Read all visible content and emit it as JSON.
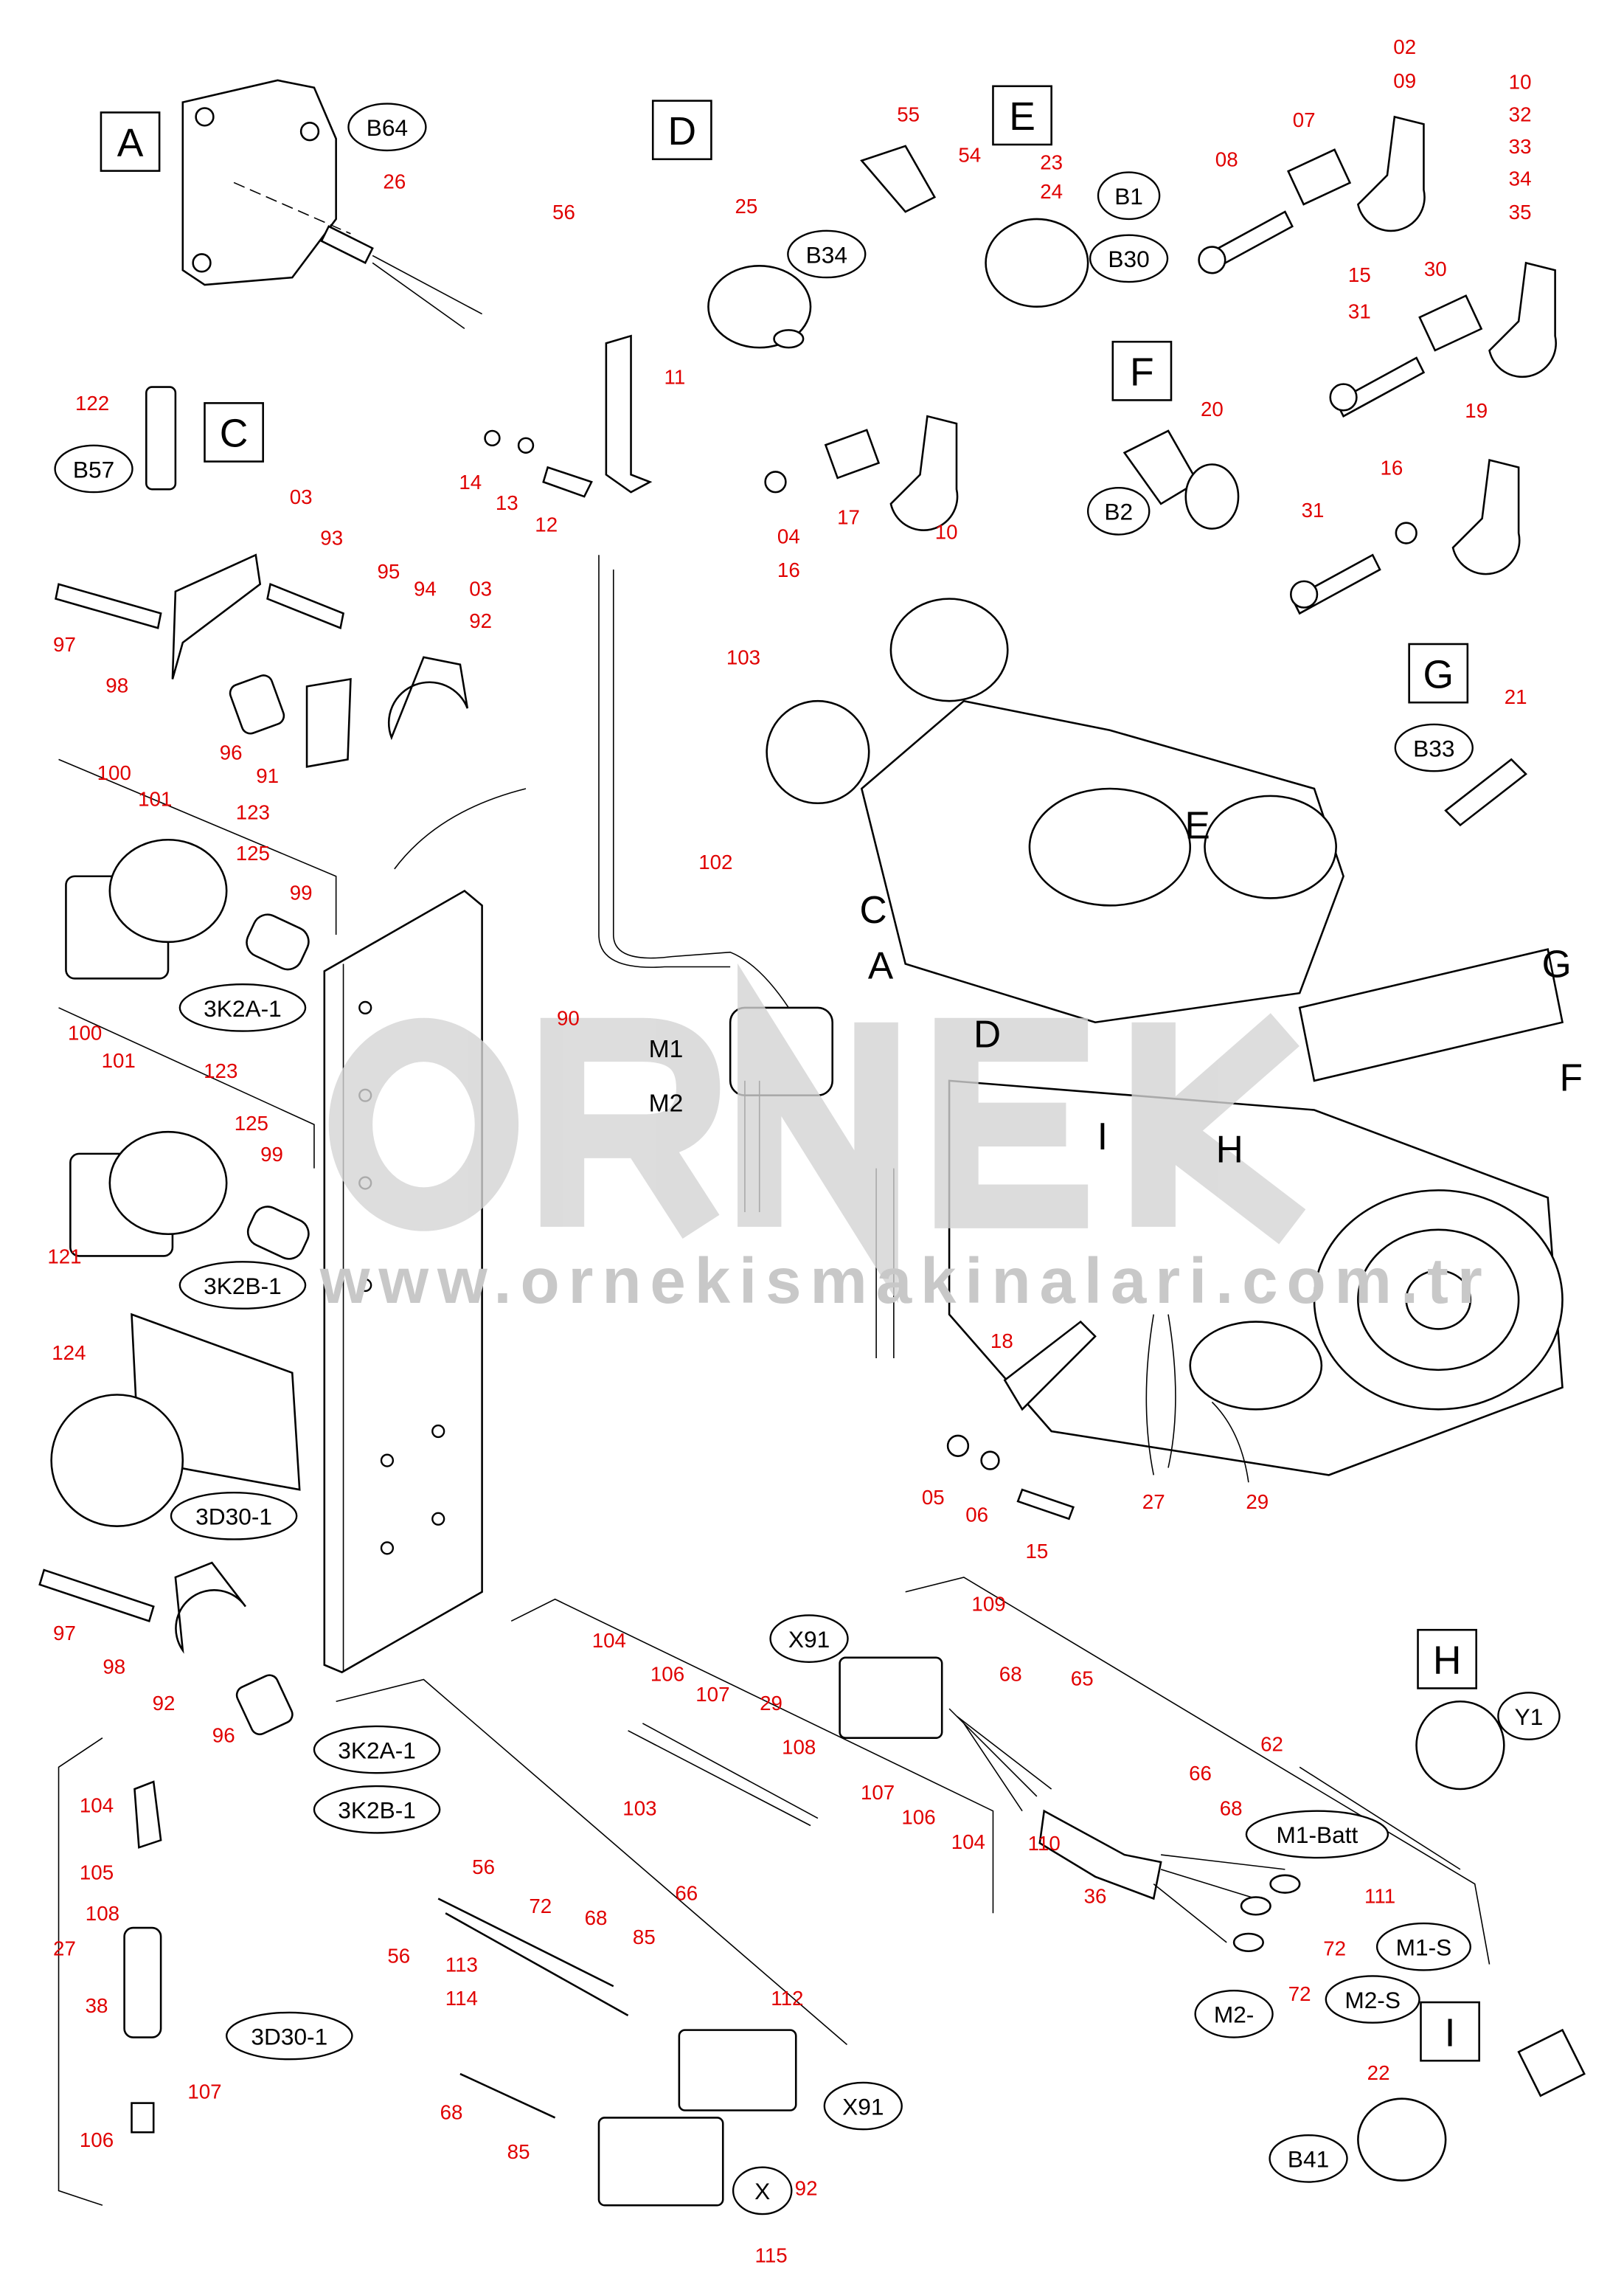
{
  "watermark": {
    "brand": "ORNEK",
    "site": "www.ornekismakinalari.com.tr"
  },
  "sections": [
    "A",
    "C",
    "D",
    "E",
    "F",
    "G",
    "H",
    "I"
  ],
  "refs": [
    "B64",
    "B57",
    "B34",
    "B1",
    "B30",
    "B2",
    "B33",
    "3K2A-1",
    "3K2B-1",
    "3D30-1",
    "X91",
    "M1-Batt",
    "M1-S",
    "M2-S",
    "M2-",
    "3K2A-1",
    "3K2B-1",
    "Y1",
    "B41",
    "3D30-1",
    "X91",
    "X"
  ],
  "callouts": [
    "C",
    "A",
    "D",
    "E",
    "I",
    "H",
    "G",
    "F"
  ],
  "callouts_small": [
    "M1",
    "M2"
  ],
  "parts": [
    "26",
    "122",
    "56",
    "25",
    "11",
    "14",
    "13",
    "12",
    "55",
    "54",
    "23",
    "24",
    "04",
    "16",
    "17",
    "10",
    "20",
    "02",
    "09",
    "10",
    "32",
    "33",
    "34",
    "35",
    "07",
    "08",
    "15",
    "31",
    "30",
    "19",
    "16",
    "31",
    "21",
    "03",
    "93",
    "95",
    "94",
    "03",
    "92",
    "97",
    "98",
    "96",
    "91",
    "103",
    "102",
    "100",
    "101",
    "123",
    "125",
    "99",
    "100",
    "101",
    "123",
    "125",
    "99",
    "121",
    "124",
    "90",
    "18",
    "05",
    "06",
    "15",
    "27",
    "29",
    "97",
    "98",
    "92",
    "96",
    "109",
    "68",
    "65",
    "62",
    "66",
    "68",
    "110",
    "36",
    "111",
    "72",
    "72",
    "104",
    "106",
    "107",
    "29",
    "108",
    "103",
    "107",
    "106",
    "104",
    "22",
    "27",
    "104",
    "105",
    "108",
    "38",
    "107",
    "106",
    "56",
    "72",
    "68",
    "66",
    "85",
    "113",
    "56",
    "114",
    "112",
    "68",
    "85",
    "92",
    "115"
  ]
}
